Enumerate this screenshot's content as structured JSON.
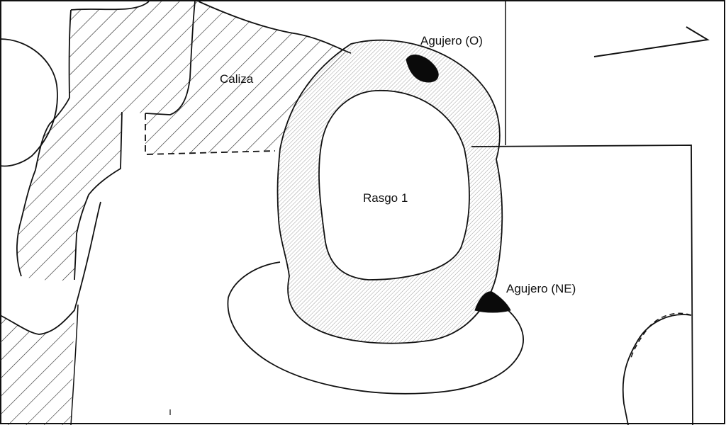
{
  "labels": {
    "limestone": "Caliza",
    "feature": "Rasgo 1",
    "hole_west": "Agujero (O)",
    "hole_northeast": "Agujero (NE)"
  },
  "colors": {
    "ink": "#111111",
    "paper": "#ffffff",
    "hole_fill": "#0a0a0a"
  }
}
